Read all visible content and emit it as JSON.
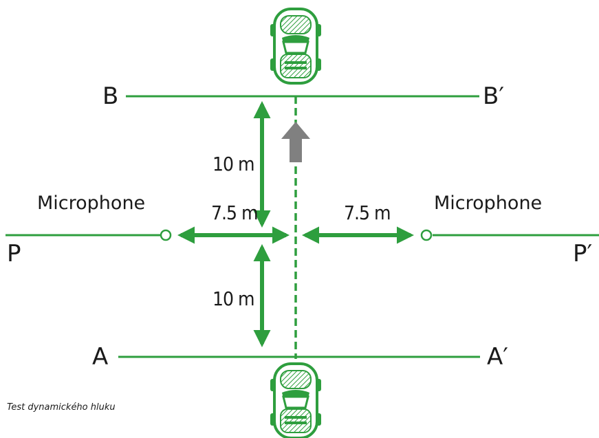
{
  "labels": {
    "line_b_start": "B",
    "line_b_end": "B′",
    "line_a_start": "A",
    "line_a_end": "A′",
    "line_p_start": "P",
    "line_p_end": "P′",
    "mic_left": "Microphone",
    "mic_right": "Microphone",
    "dist_upper": "10 m",
    "dist_lower": "10 m",
    "dist_left": "7.5 m",
    "dist_right": "7.5 m"
  },
  "caption": "Test dynamického hluku",
  "colors": {
    "line_green": "#2e9e3e",
    "arrow_gray": "#808080",
    "car_green": "#2e9e3e"
  },
  "icons": {
    "car_top": "car-icon",
    "car_bottom": "car-icon",
    "direction": "up-arrow-icon",
    "microphone": "microphone-icon"
  }
}
